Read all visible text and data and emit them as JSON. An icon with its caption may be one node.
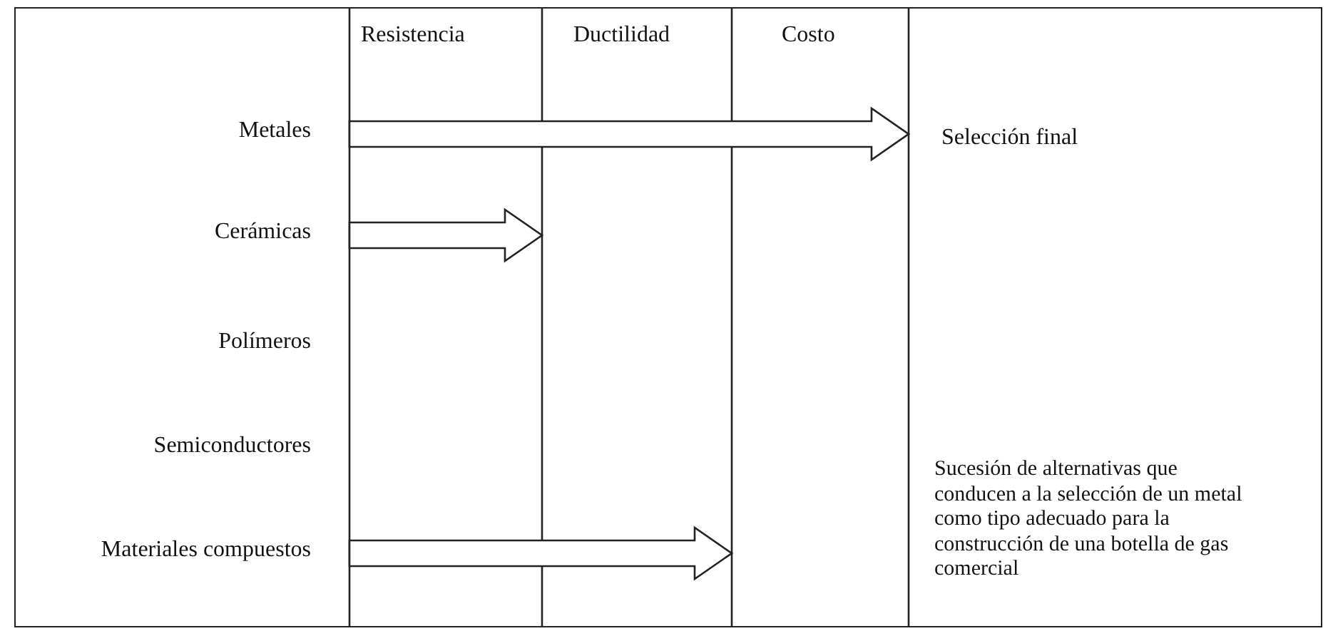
{
  "diagram": {
    "nodes": [
      {
        "text": [
          "Metales"
        ]
      },
      {
        "text": [
          "Cerámicas"
        ]
      },
      {
        "text": [
          "Polímeros"
        ]
      },
      {
        "text": [
          "Semiconductores"
        ]
      },
      {
        "text": [
          "Materiales compuestos"
        ]
      },
      {
        "text": [
          "Selección final"
        ]
      }
    ],
    "edges": [
      {
        "from": 0,
        "to": 5,
        "arrow": "to"
      },
      {
        "from": 1,
        "to": null,
        "arrow": "to"
      },
      {
        "from": 4,
        "to": null,
        "arrow": "to"
      }
    ],
    "labels": [
      "Resistencia",
      "Ductilidad",
      "Costo",
      "Sucesión de alternativas que conducen a la selección de un metal como tipo adecuado para la construcción de una botella de gas comercial"
    ]
  }
}
